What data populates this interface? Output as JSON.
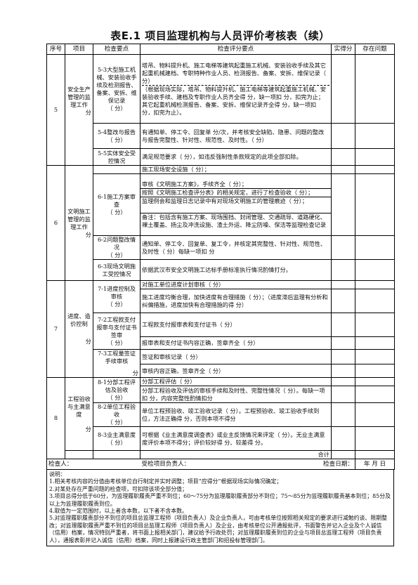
{
  "title": "表E.1  项目监理机构与人员评价考核表（续）",
  "headers": {
    "seq": "序号",
    "item": "项目",
    "point": "检查要点",
    "criteria": "检查评分要点",
    "actual": "实得分",
    "issues": "存在问题"
  },
  "sections": {
    "s5": {
      "no": "5",
      "item": "安全生产管理的监理工作",
      "item_score": "分",
      "p53": "5-3大型施工机械、安装验收手续及检测报告、备案、安拆、维保记录",
      "p53_score": "（        分）",
      "c53a": "塔吊、物料提升机、施工电梯等建筑起重施工机械、安装验收手续及其它起重机械建档、专职特种作业人员、检测报告、备案、安拆、维保记录（        分）",
      "c53b": "（根据现场实际，塔吊、物料提升机、施工电梯等建筑起重施工机械、安装验收手续、建档及专职作业人员齐全得        分，缺一项扣        分，扣完为止；其它起重机械检测报告、备案、安拆、维保记录齐全得        分，缺一项扣        分，扣完为止）。",
      "p54": "5-4整改与报告",
      "p54_score": "（        分）",
      "c54": "有通知单、停工令、回复单        分/次，并考核安全缺陷、隐患、问题的整改与报告完整性、针对性、规范性、及时性。（        分）",
      "p55": "5-5实体安全受控情况",
      "c55": "满足规范要求（        分），如违反强制性条款规定的此项全部扣除。"
    },
    "s6": {
      "no": "6",
      "item": "文明施工管理的监理工作",
      "item_score": "分",
      "c6h": "施工现场安全设施（        分）；",
      "p61": "6-1施工方案审查",
      "p61_score": "（        分）",
      "c61a": "审核《文明施工方案》，手续齐全（        分）；",
      "c61b": "按照《文明施工检查评分表》的相关规定，进行了检查验收（        分）；",
      "c61c": "监理例会和监理日志记录中有对现场文明施工的管理痕迹（        分）；",
      "c61d": "备注：包括含有施工方案、现场围挡、封闭管理、交通疏导、道路硬化、裸土覆盖、扬尘及冲洗设施、渣土外运、降尘防噪、保洁等监理检查记录",
      "p62": "6-2问题整改情况",
      "p62_score": "（        分）",
      "c62": "通知单、停工令、回复单、复工令，并核定其完整性、针对性、规范性、及时性（        分）每缺一项扣        分",
      "p63": "6-3现场文明施工受控情况",
      "c63": "依据武汉市安全文明施工达标手册标准执行情况酌情打分。"
    },
    "s7": {
      "no": "7",
      "item": "进度、造价控制",
      "item_score": "分",
      "p71": "7-1进度控制及审核",
      "p71_score": "（        分）",
      "c71a": "对施工单位进度计划审核（        分）",
      "c71b": "施工进度均衡合理，加快进度有合理措施（        分）；（进度滞后监理有分析和纠偏措施，进度加快有合理措施的得        分）",
      "p72": "7-2工程款支付报审与支付证书签审",
      "p72_score": "（        分）",
      "c72a": "工程款支付报审表和支付证书（        分）",
      "c72b": "报审表和支付证书内容正确，签章齐全（        分）",
      "p73": "7-3工程量签证手续审核",
      "p73_score": "分",
      "c73a": "签证和审核记录（        分）",
      "c73b": "审核内容正确，签章齐全（        分）"
    },
    "s8": {
      "no": "8",
      "item": "工程验收与主满意度",
      "item_score": "分",
      "p81": "8-1分部工程评估及验收",
      "p81_score": "（        分）",
      "c81a": "分部工程评估（        分）",
      "c81b": "分部工程验收及评估的审核手续和及时性、完整性情况（        分）。每缺一项扣        分，内容完整性酌情扣分",
      "p82": "8-2单位工程验收",
      "p82_score": "（        分）",
      "c82a": "单位工程预验收、竣工验收记录（        分）。工程预验收、竣工验收手续到位，方法正确得        分，否则本项不得分",
      "p83": "8-3业主满意度",
      "p83_score": "（        分）",
      "c83": "可根据《业主满意度调查表》或业主反馈情况来评定（        分）。无业主满意度评价本项不得分；评价较好得        分、较差得        分。"
    },
    "total": "合计"
  },
  "signature": {
    "checker": "检查人：",
    "leader": "受检项目负责人：",
    "date_label": "检查日期：",
    "date_value": "年   月   日"
  },
  "notes": [
    "说明：",
    "1.相关考核内容的分值由考核单位自行制定并实时调整；项目“应得分”根据现场实际情况确定；",
    "2.对某处存在严重问题的检查项，可扣除该项全部分值；",
    "3.项目总得分低于60分，为监理履职履责严重不到位；60～75分为监理履职履责部分不到位；75～85分为监理履职履责基本到位；85分及以上为监理履职履责到位。",
    "4.取值为一定范围时，以上者含本数，以下者不含本数。",
    "5.对监理履职履责部分不到位的项目总监理工程师（项目负责人）及企业负责人，可由考核单位按照相关规定的要求进行减勉约谈、限期整改；对监理履职履责严重不到位的项目总监理工程师（项目负责人）及企业，由考核单位公开通报批评，书面警告并记入企业及个人诚信（信用）档案，情况特别严重者，将书面上报相关部门，建议给予行政处罚；对监理履职履责到位的企业与项目总监理工程师（项目负责人），通报表彰并记入诚信（信用）档案，同时上报建设行政主管部门和招投标管理部门。"
  ]
}
